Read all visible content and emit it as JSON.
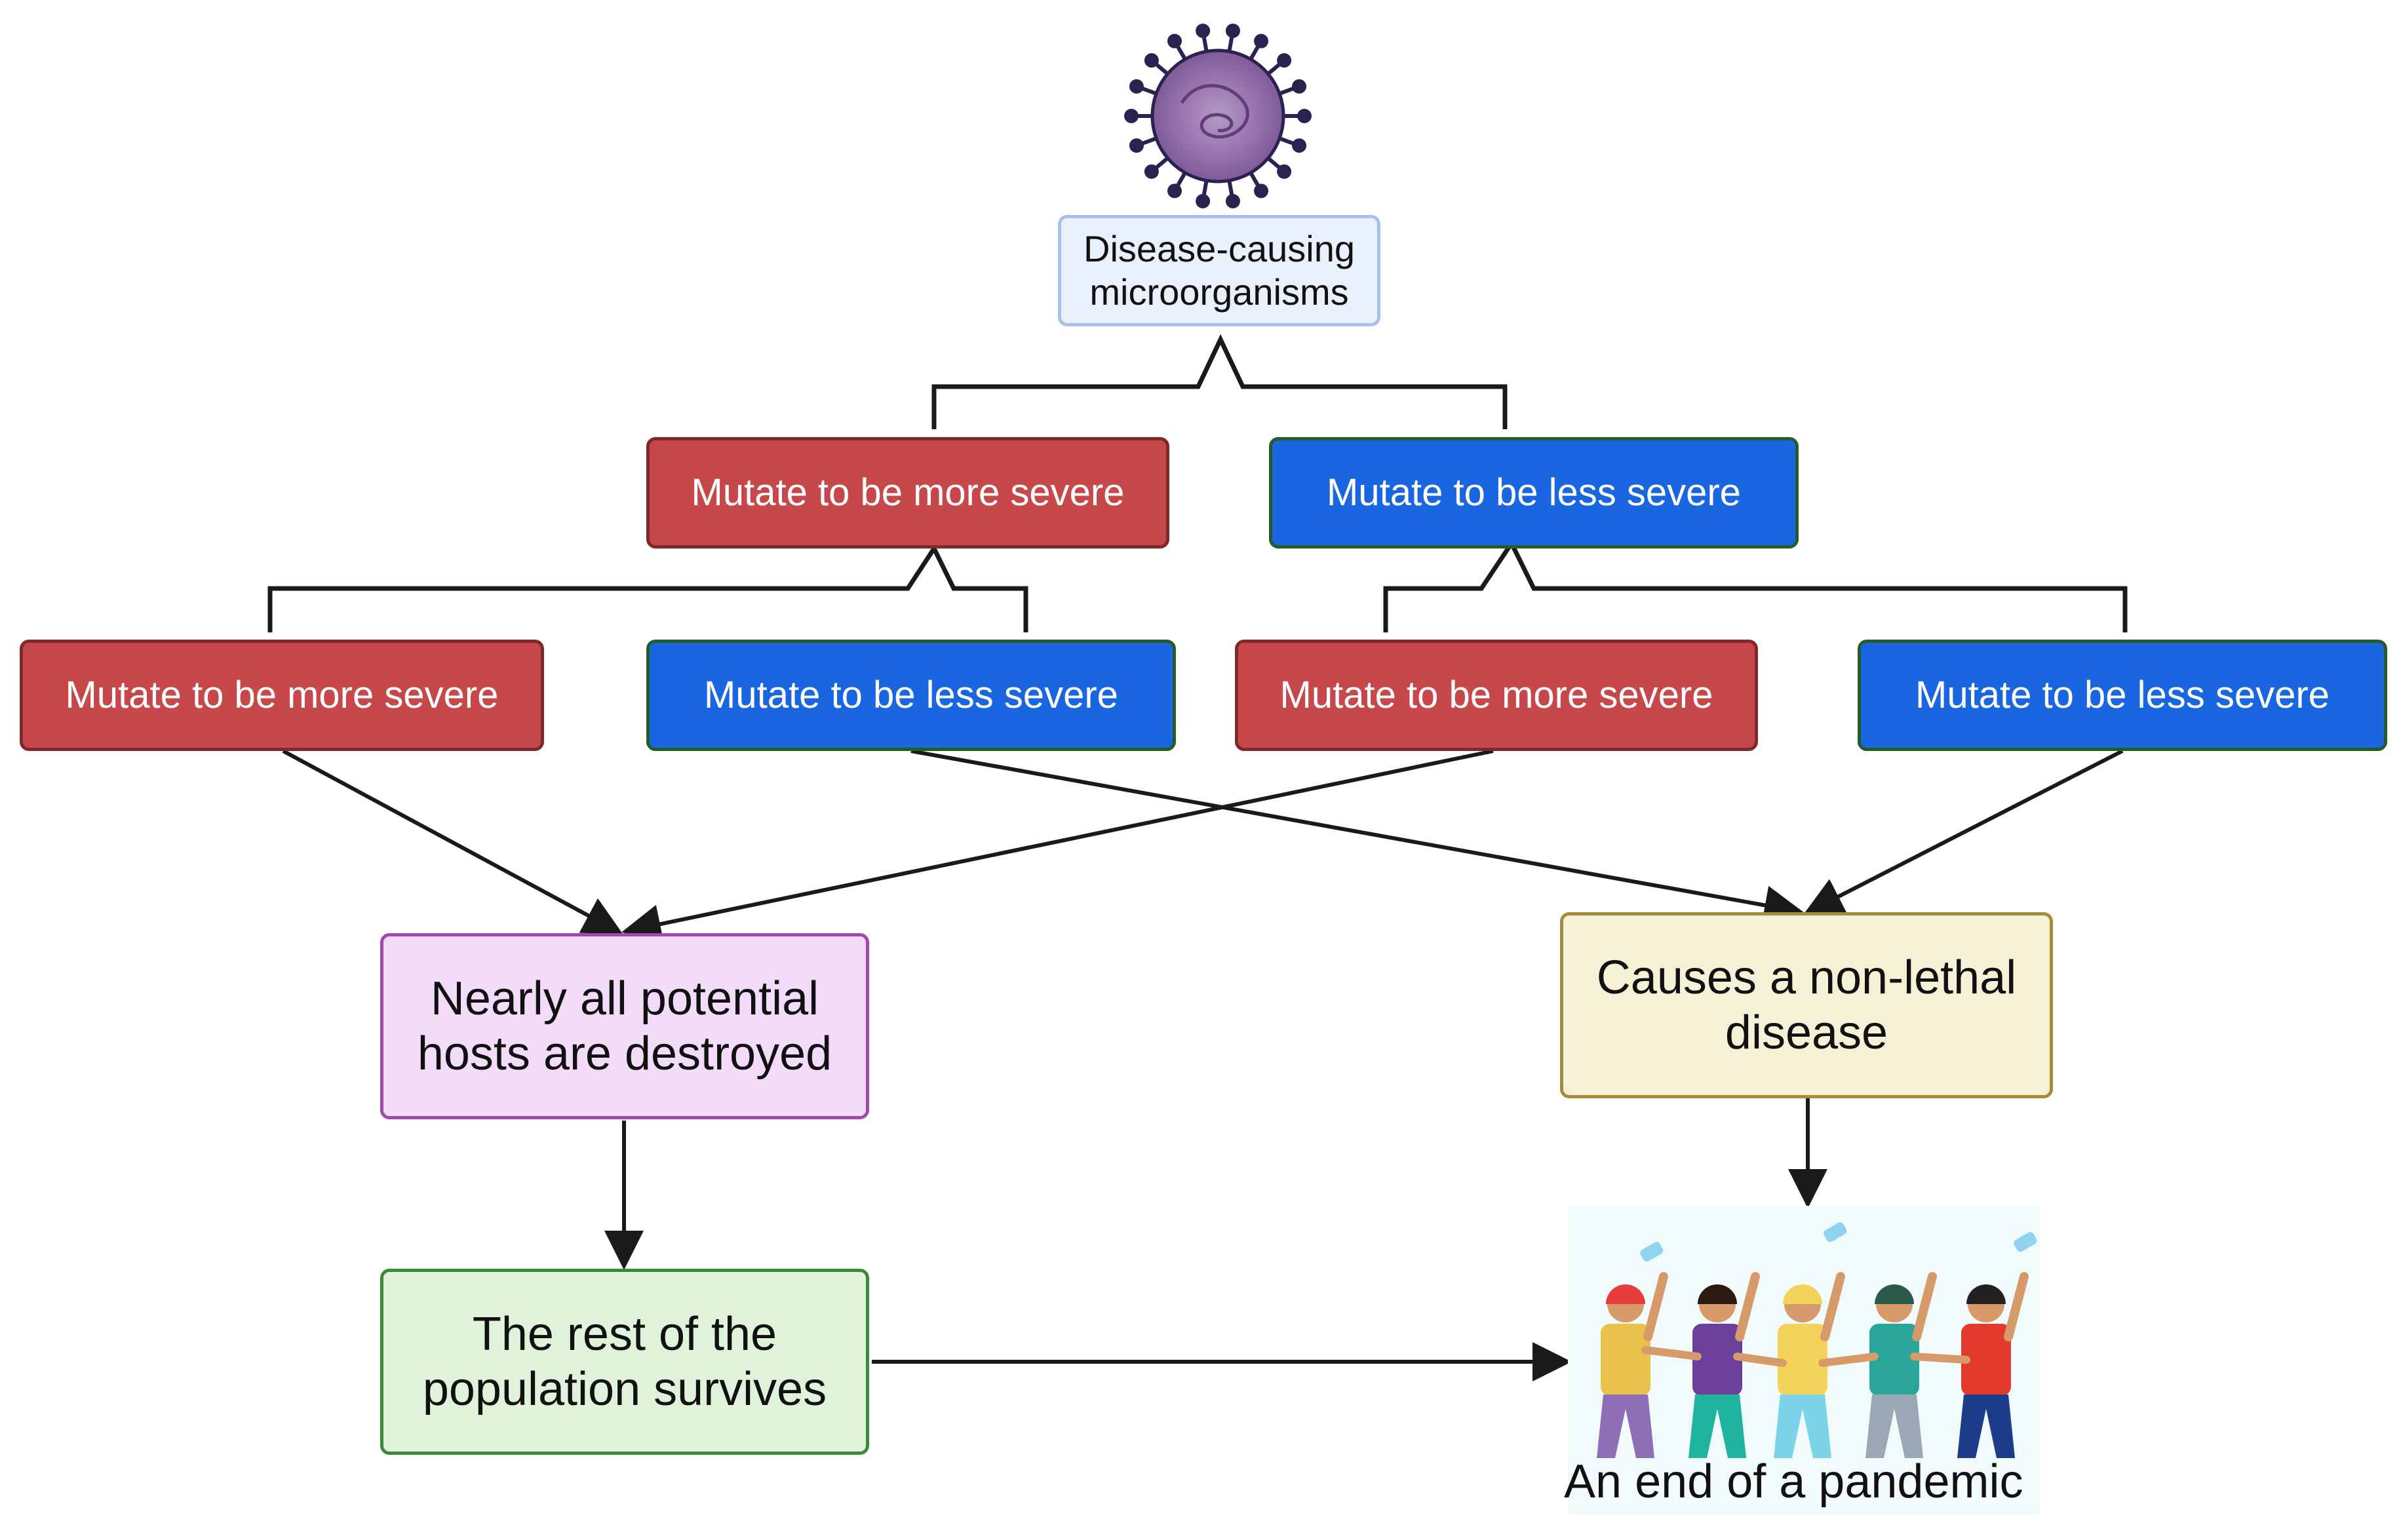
{
  "source": {
    "label": "Disease-causing\nmicroorganisms"
  },
  "level1": {
    "left": {
      "label": "Mutate to be more severe",
      "color": "#c7484a"
    },
    "right": {
      "label": "Mutate to be less severe",
      "color": "#1a66e0"
    }
  },
  "level2": [
    {
      "label": "Mutate to be more severe",
      "color": "#c7484a"
    },
    {
      "label": "Mutate to be less severe",
      "color": "#1a66e0"
    },
    {
      "label": "Mutate to be more severe",
      "color": "#c7484a"
    },
    {
      "label": "Mutate to be less severe",
      "color": "#1a66e0"
    }
  ],
  "outcomes": {
    "hosts_destroyed": {
      "label": "Nearly all potential\nhosts are destroyed",
      "color": "#f3dcfa"
    },
    "non_lethal": {
      "label": "Causes a non-lethal\ndisease",
      "color": "#f4f1d6"
    },
    "population": {
      "label": "The rest of the\npopulation survives",
      "color": "#e0f2da"
    }
  },
  "end": {
    "caption": "An end of a pandemic",
    "icon": "celebrating-people-icon"
  },
  "virus": {
    "icon": "virus-icon",
    "color": "#8a5fa6"
  }
}
